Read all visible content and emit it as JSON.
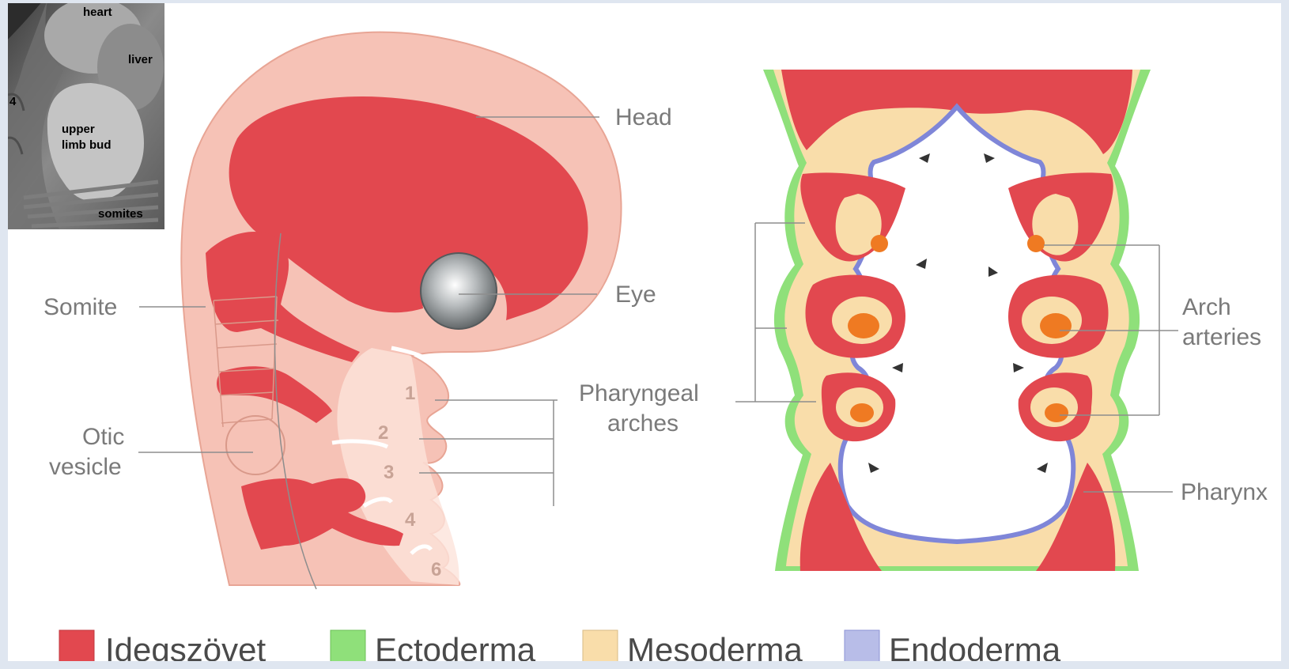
{
  "colors": {
    "idegszovet": "#e2484f",
    "ectoderma": "#8fe07a",
    "mesoderma": "#f9ddaa",
    "endoderma": "#7f86d8",
    "embryo_skin": "#f6c2b6",
    "artery": "#ef7a22"
  },
  "sem_photo": {
    "labels": {
      "heart": "heart",
      "liver": "liver",
      "arch_number": "4",
      "upper": "upper",
      "limb_bud": "limb bud",
      "somites": "somites"
    }
  },
  "embryo_labels": {
    "head": "Head",
    "eye": "Eye",
    "somite": "Somite",
    "otic_line1": "Otic",
    "otic_line2": "vesicle",
    "pharyngeal_line1": "Pharyngeal",
    "pharyngeal_line2": "arches",
    "arch_numbers": [
      "1",
      "2",
      "3",
      "4",
      "6"
    ]
  },
  "section_labels": {
    "arch_line1": "Arch",
    "arch_line2": "arteries",
    "pharynx": "Pharynx"
  },
  "legend": {
    "items": [
      {
        "label": "Idegszövet",
        "color_key": "idegszovet"
      },
      {
        "label": "Ectoderma",
        "color_key": "ectoderma"
      },
      {
        "label": "Mesoderma",
        "color_key": "mesoderma"
      },
      {
        "label": "Endoderma",
        "color_key": "endoderma"
      }
    ]
  }
}
